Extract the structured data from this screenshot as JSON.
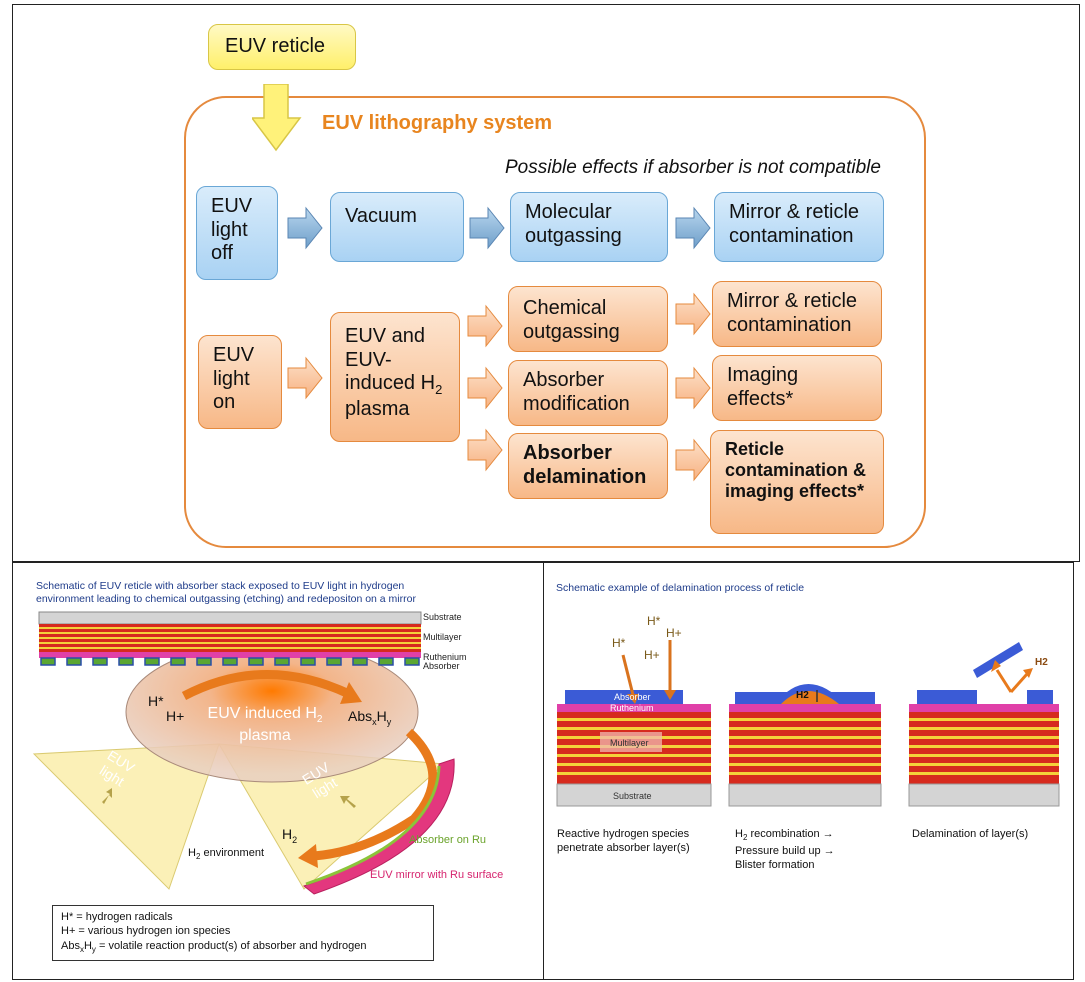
{
  "top": {
    "reticle": "EUV reticle",
    "system_title": "EUV lithography system",
    "effects_title": "Possible effects if absorber is not compatible",
    "light_off": "EUV light off",
    "vacuum": "Vacuum",
    "molecular": "Molecular outgassing",
    "mirror1": "Mirror & reticle contamination",
    "light_on": "EUV light on",
    "plasma_a": "EUV and EUV-induced H",
    "plasma_sub": "2",
    "plasma_b": " plasma",
    "chemical": "Chemical outgassing",
    "mirror2": "Mirror & reticle contamination",
    "absorber_mod": "Absorber modification",
    "imaging": "Imaging effects*",
    "delamination": "Absorber delamination",
    "reticle_effects": "Reticle contamination & imaging effects*"
  },
  "left": {
    "title1": "Schematic of EUV reticle with absorber stack exposed to EUV light in hydrogen",
    "title2": "environment leading to chemical outgassing (etching) and redepositon on a mirror",
    "substrate": "Substrate",
    "multilayer": "Multilayer",
    "ruthenium": "Ruthenium",
    "absorber": "Absorber",
    "hstar": "H*",
    "hplus": "H+",
    "plasma_label1": "EUV induced H",
    "plasma_sub": "2",
    "plasma_label2": "plasma",
    "abs_a": "Abs",
    "abs_x": "x",
    "abs_h": "H",
    "abs_y": "y",
    "euv_light_left1": "EUV",
    "euv_light_left2": "light",
    "euv_light_right1": "EUV",
    "euv_light_right2": "light",
    "h2": "H",
    "h2_sub": "2",
    "h2_env_a": "H",
    "h2_env_sub": "2",
    "h2_env_b": " environment",
    "absorber_on_ru": "Absorber on Ru",
    "mirror": "EUV mirror with Ru surface",
    "legend1": "H* = hydrogen radicals",
    "legend2": "H+ = various hydrogen ion species",
    "legend3a": "Abs",
    "legend3x": "x",
    "legend3h": "H",
    "legend3y": "y",
    "legend3b": " = volatile reaction product(s) of absorber and hydrogen"
  },
  "right": {
    "title": "Schematic example of delamination process of reticle",
    "hstar1": "H*",
    "hstar2": "H*",
    "hplus1": "H+",
    "hplus2": "H+",
    "absorber": "Absorber",
    "ruthenium": "Ruthenium",
    "multilayer": "Multilayer",
    "substrate": "Substrate",
    "h2_blister": "H2",
    "h2_delam": "H2",
    "cap1_a": "Reactive hydrogen species",
    "cap1_b": "penetrate absorber layer(s)",
    "cap2_a": "H",
    "cap2_sub": "2",
    "cap2_b": " recombination →",
    "cap2_c": "Pressure build up →",
    "cap2_d": "Blister formation",
    "cap3": "Delamination of layer(s)"
  },
  "colors": {
    "orange_border": "#e58a3e",
    "blue_border": "#6aa7d6",
    "multilayer_red": "#d62a1e",
    "multilayer_yellow": "#f4d23a",
    "ruthenium": "#e040a8",
    "absorber": "#3b5bd6",
    "substrate": "#d4d4d4"
  }
}
